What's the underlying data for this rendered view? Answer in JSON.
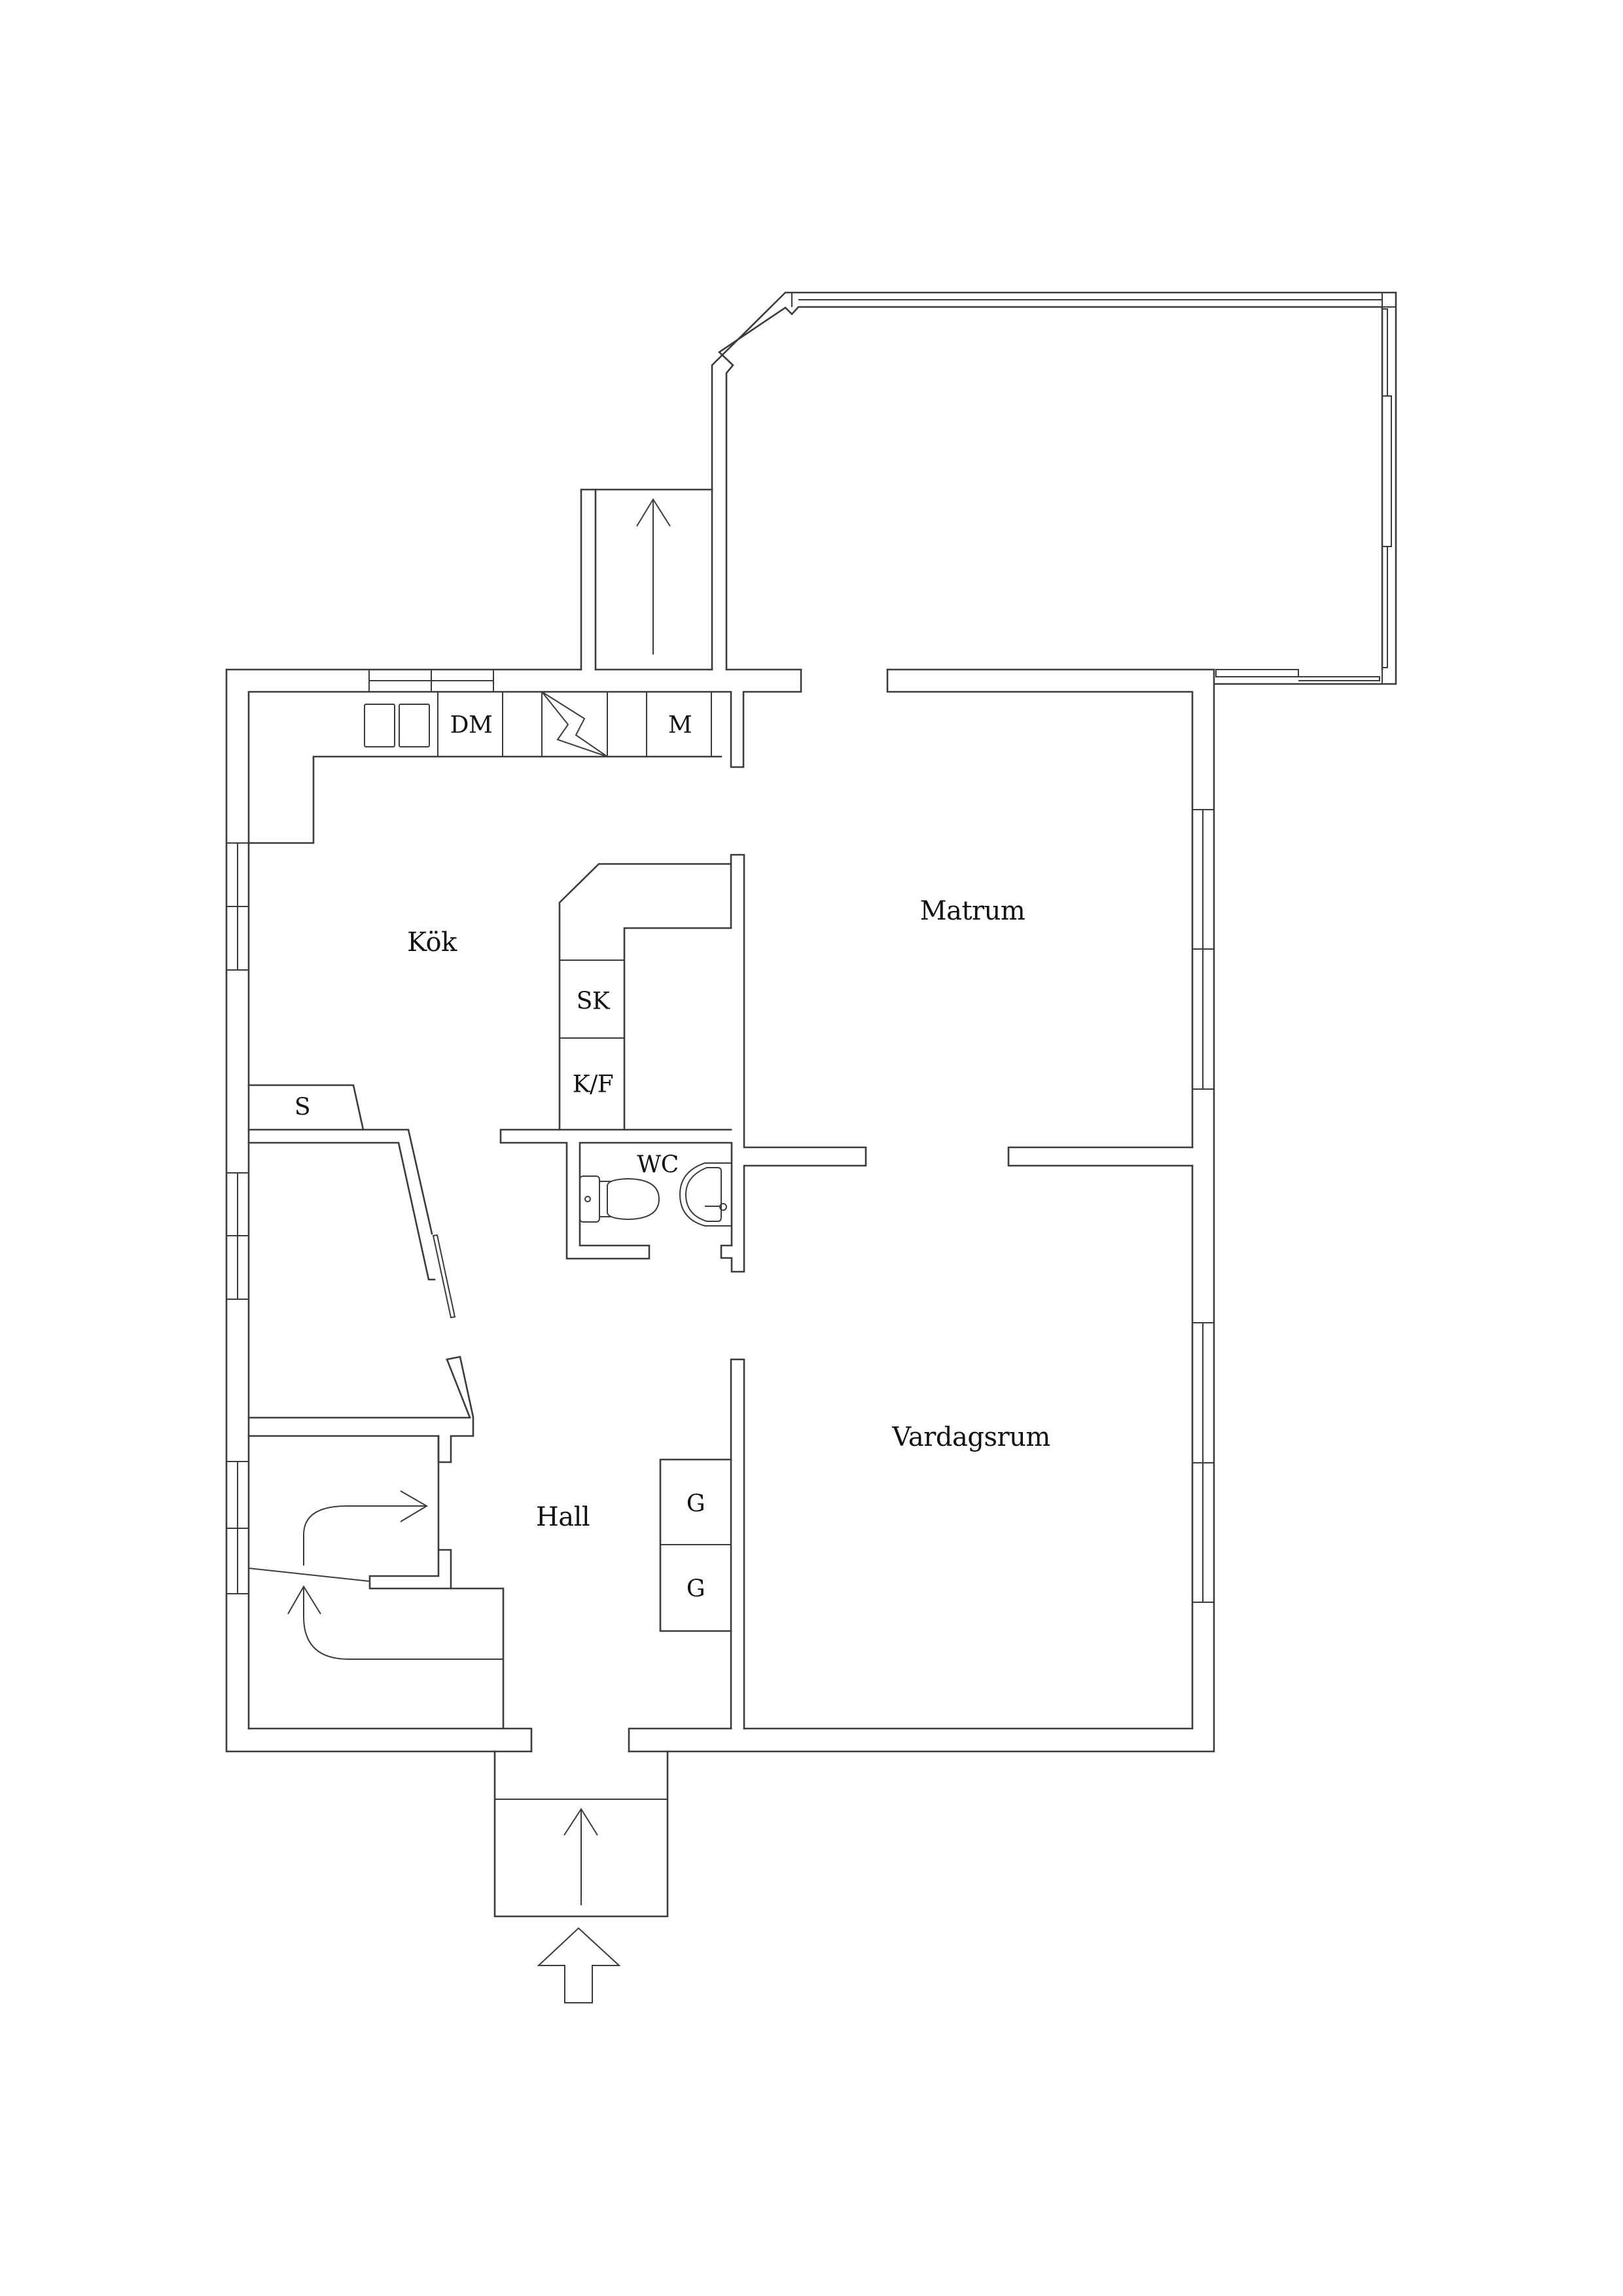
{
  "plan": {
    "colors": {
      "line": "#3c3c3c",
      "text": "#111111",
      "background": "#ffffff"
    },
    "rooms": {
      "kitchen": "Kök",
      "dining": "Matrum",
      "living": "Vardagsrum",
      "hall": "Hall",
      "toilet": "WC"
    },
    "fixtures": {
      "dishwasher": "DM",
      "microwave": "M",
      "stove": "SK",
      "fridge_freezer": "K/F",
      "storage": "S",
      "wardrobe_1": "G",
      "wardrobe_2": "G"
    },
    "icons": {
      "entrance_arrow": "entrance-arrow-icon",
      "stair_up_arrow": "stair-direction-icon",
      "electric_symbol": "lightning-icon"
    }
  }
}
